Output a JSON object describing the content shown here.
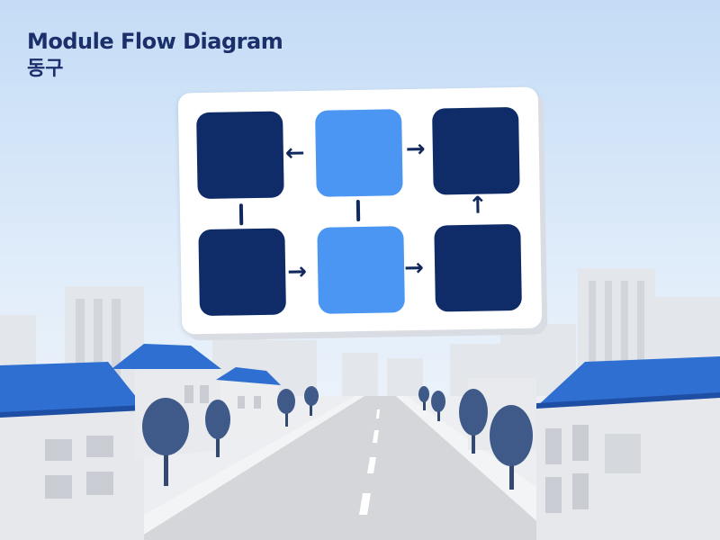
{
  "header": {
    "title": "Module Flow Diagram",
    "subtitle": "동구"
  },
  "colors": {
    "title": "#1b2f6b",
    "node_dark": "#0f2c69",
    "node_light": "#4a96f2",
    "arrow": "#12295e",
    "sky_top": "#c4dcf6",
    "sky_bottom": "#f4f6f9",
    "roof": "#2f6fd1",
    "tree": "#3f5a88",
    "road": "#d4d6da",
    "building": "#e6e8eb"
  },
  "diagram": {
    "nodes": [
      {
        "id": "top-left",
        "style": "dark"
      },
      {
        "id": "top-center",
        "style": "light"
      },
      {
        "id": "top-right",
        "style": "dark"
      },
      {
        "id": "bottom-left",
        "style": "dark"
      },
      {
        "id": "bottom-center",
        "style": "light"
      },
      {
        "id": "bottom-right",
        "style": "dark"
      }
    ],
    "connections": [
      {
        "from": "top-center",
        "to": "top-left",
        "symbol": "←"
      },
      {
        "from": "top-center",
        "to": "top-right",
        "symbol": "→"
      },
      {
        "from": "bottom-left",
        "to": "bottom-center",
        "symbol": "→"
      },
      {
        "from": "bottom-center",
        "to": "bottom-right",
        "symbol": "→"
      },
      {
        "from": "bottom-right",
        "to": "top-right",
        "symbol": "↑"
      },
      {
        "from": "top-left",
        "to": "bottom-left",
        "symbol": "|"
      },
      {
        "from": "top-center",
        "to": "bottom-center",
        "symbol": "|"
      }
    ]
  }
}
